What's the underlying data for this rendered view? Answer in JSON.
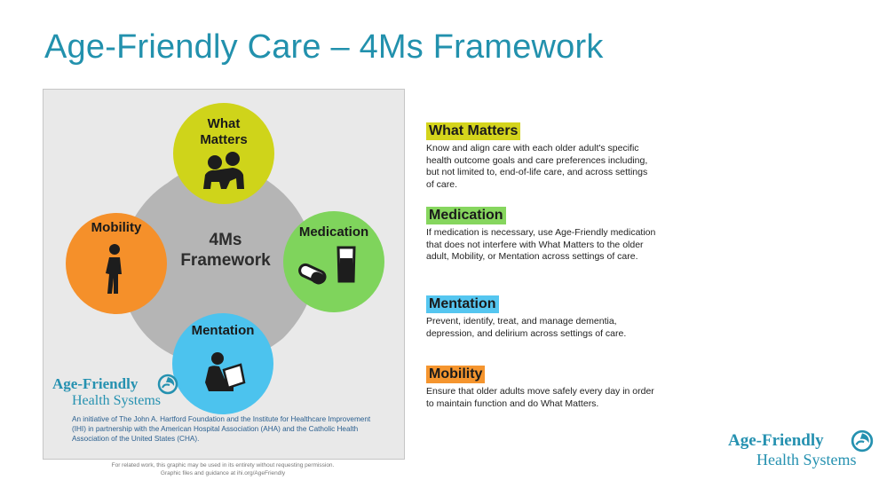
{
  "title": "Age-Friendly Care – 4Ms Framework",
  "diagram": {
    "center_label_line1": "4Ms",
    "center_label_line2": "Framework",
    "circles": {
      "what_matters": {
        "line1": "What",
        "line2": "Matters",
        "color": "#cfd41a"
      },
      "medication": {
        "label": "Medication",
        "color": "#7fd45c"
      },
      "mentation": {
        "label": "Mentation",
        "color": "#4cc3ee"
      },
      "mobility": {
        "label": "Mobility",
        "color": "#f5902a"
      }
    },
    "logo": {
      "line1": "Age-Friendly",
      "line2": "Health Systems"
    },
    "initiative_text": "An initiative of The John A. Hartford Foundation and the Institute for Healthcare Improvement (IHI) in partnership with the American Hospital Association (AHA) and the Catholic Health Association of the United States (CHA).",
    "footnote_line1": "For related work, this graphic may be used in its entirety without requesting permission.",
    "footnote_line2": "Graphic files and guidance at ihi.org/AgeFriendly"
  },
  "descriptions": [
    {
      "heading": "What Matters",
      "color": "#d4d41c",
      "text": "Know and align care with each older adult's specific health outcome goals and care preferences including, but not limited to, end-of-life care, and across settings of care."
    },
    {
      "heading": "Medication",
      "color": "#86d65e",
      "text": "If medication is necessary, use Age-Friendly medication that does not interfere with What Matters to the older adult, Mobility, or Mentation across settings of care."
    },
    {
      "heading": "Mentation",
      "color": "#55c6f0",
      "text": "Prevent, identify, treat, and manage dementia, depression, and delirium across settings of care."
    },
    {
      "heading": "Mobility",
      "color": "#f5952e",
      "text": "Ensure that older adults move safely every day in order to maintain function and do What Matters."
    }
  ],
  "brand_logo": {
    "line1": "Age-Friendly",
    "line2": "Health Systems"
  },
  "icons": [
    "people-icon",
    "pills-icon",
    "reading-person-icon",
    "walking-person-icon",
    "swirl-logo-icon"
  ]
}
